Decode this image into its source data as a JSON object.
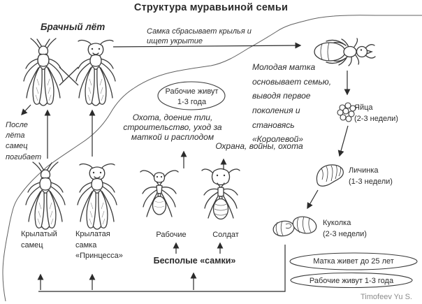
{
  "diagram": {
    "title": "Структура муравьиной семьи",
    "signature": "Timofeev Yu S.",
    "annotations": {
      "nuptial_flight": "Брачный лёт",
      "female_sheds_wings": "Самка сбрасывает крылья и\nищет укрытие",
      "young_queen": "Молодая матка\nосновывает семью,\nвыводя первое\nпоколения и\nстановясь\n«Королевой»",
      "male_dies": "После\nлёта\nсамец\nпогибает",
      "worker_tasks": "Охота, доение тли,\nстроительство, уход за\nматкой и расплодом",
      "soldier_tasks": "Охрана, войны, охота"
    },
    "stages": {
      "eggs": "Яйца\n(2-3 недели)",
      "larva": "Личинка\n(1-3 недели)",
      "pupa": "Куколка\n(2-3 недели)"
    },
    "castes": {
      "winged_male": "Крылатый\nсамец",
      "winged_female": "Крылатая\nсамка\n«Принцесса»",
      "workers": "Рабочие",
      "soldier": "Солдат",
      "sexless_females": "Бесполые «самки»"
    },
    "callouts": {
      "workers_live": "Рабочие живут\n1-3 года",
      "queen_lifespan": "Матка живет до 25 лет",
      "workers_lifespan": "Рабочие живут 1-3 года"
    },
    "icons": [
      "winged-male-ant-icon",
      "winged-female-ant-icon",
      "queen-ant-icon",
      "eggs-cluster-icon",
      "larva-icon",
      "pupa-icon",
      "worker-ant-icon",
      "soldier-ant-icon"
    ],
    "colors": {
      "ink": "#2b2b2b",
      "sketch": "#3a3a3a",
      "terrain": "#606060",
      "signature": "#8c8c8c",
      "background": "#ffffff"
    }
  }
}
